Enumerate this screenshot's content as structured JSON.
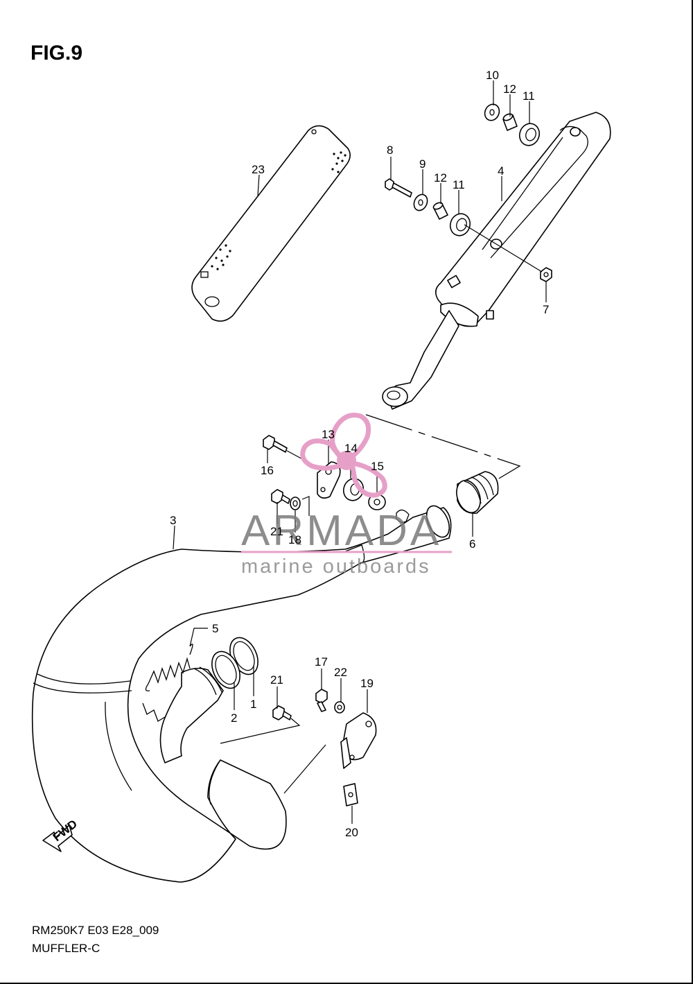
{
  "figure": {
    "title": "FIG.9"
  },
  "footer": {
    "code": "RM250K7 E03 E28_009",
    "caption": "MUFFLER-C"
  },
  "watermark": {
    "brand": "ARMADA",
    "tagline": "marine outboards",
    "accent_color": "#e6a0c8"
  },
  "fwd_label": "FWD",
  "callouts": {
    "p1": "1",
    "p2": "2",
    "p3": "3",
    "p4": "4",
    "p5": "5",
    "p6": "6",
    "p7": "7",
    "p8": "8",
    "p9": "9",
    "p10": "10",
    "p11a": "11",
    "p11b": "11",
    "p12a": "12",
    "p12b": "12",
    "p13": "13",
    "p14": "14",
    "p15": "15",
    "p16": "16",
    "p17": "17",
    "p18": "18",
    "p19": "19",
    "p20": "20",
    "p21a": "21",
    "p21b": "21",
    "p22": "22",
    "p23": "23"
  }
}
